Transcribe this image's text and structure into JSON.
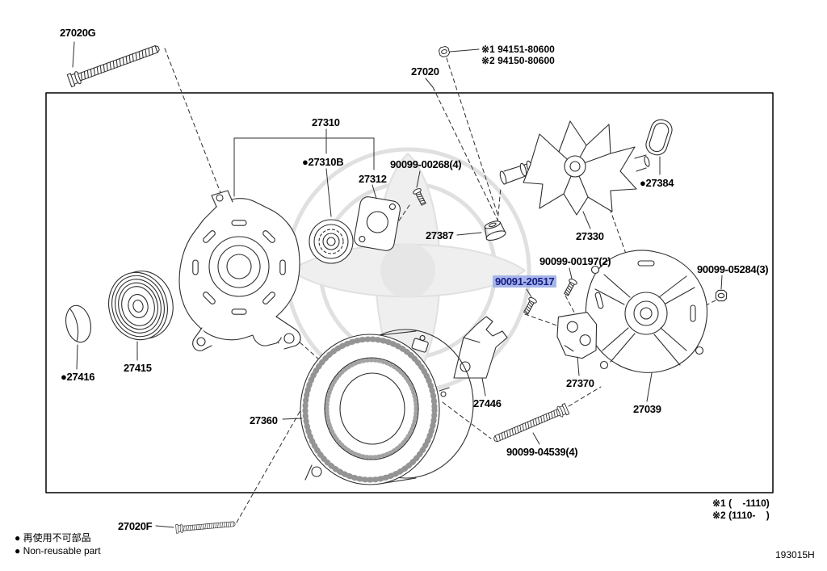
{
  "doc": {
    "code": "193015H"
  },
  "colors": {
    "highlight_bg": "#a7b5e8",
    "highlight_text": "#141c86",
    "line": "#2e2e2e"
  },
  "labels": {
    "l27020g": "27020G",
    "l27020": "27020",
    "l27020f": "27020F",
    "l27310": "27310",
    "l27310b": "●27310B",
    "l27312": "27312",
    "l27330": "27330",
    "l27360": "27360",
    "l27370": "27370",
    "l27384": "●27384",
    "l27387": "27387",
    "l27039": "27039",
    "l27415": "27415",
    "l27416": "●27416",
    "l27446": "27446",
    "l90099_00268": "90099-00268(4)",
    "l90099_00197": "90099-00197(2)",
    "l90091_20517": "90091-20517",
    "l90099_05284": "90099-05284(3)",
    "l90099_04539": "90099-04539(4)"
  },
  "notes": {
    "n1": "※1 94151-80600",
    "n2": "※2 94150-80600",
    "r1": "※1 (    -1110)",
    "r2": "※2 (1110-    )"
  },
  "legend": {
    "jp": "● 再使用不可部品",
    "en": "● Non-reusable part"
  }
}
